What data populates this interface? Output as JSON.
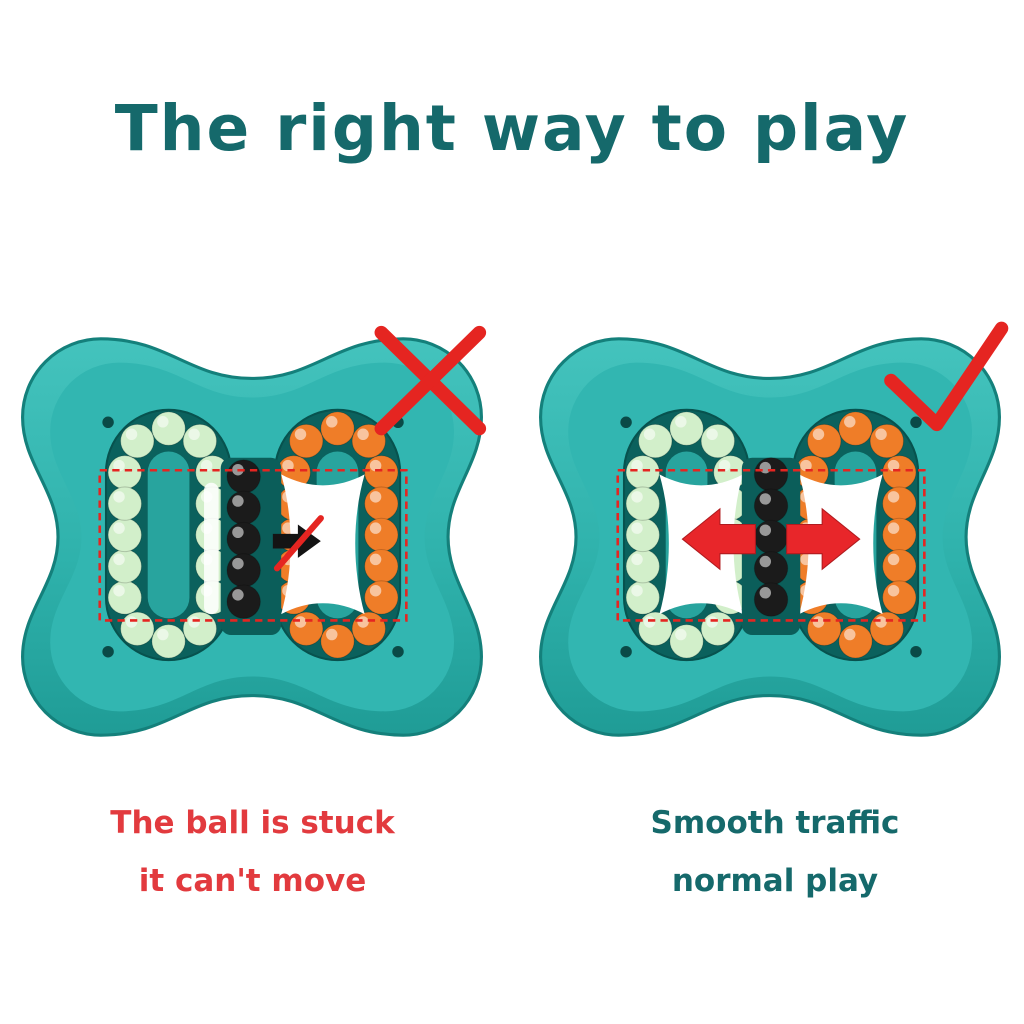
{
  "title": "The right way to play",
  "left_panel": {
    "icon": "cross-icon",
    "caption_line1": "The ball is stuck",
    "caption_line2": "it can't move"
  },
  "right_panel": {
    "icon": "check-icon",
    "caption_line1": "Smooth traffic",
    "caption_line2": "normal play"
  },
  "colors": {
    "title": "#15696b",
    "caption-wrong": "#e23a3e",
    "caption-right": "#15696b",
    "toy-body": "#32b6b1",
    "track-bg": "#0b615d",
    "bead-green": "#d2efca",
    "bead-orange": "#ef7d28",
    "bead-black": "#1b1b1b",
    "mark-red": "#e52521",
    "arrow-red": "#e8262a"
  }
}
